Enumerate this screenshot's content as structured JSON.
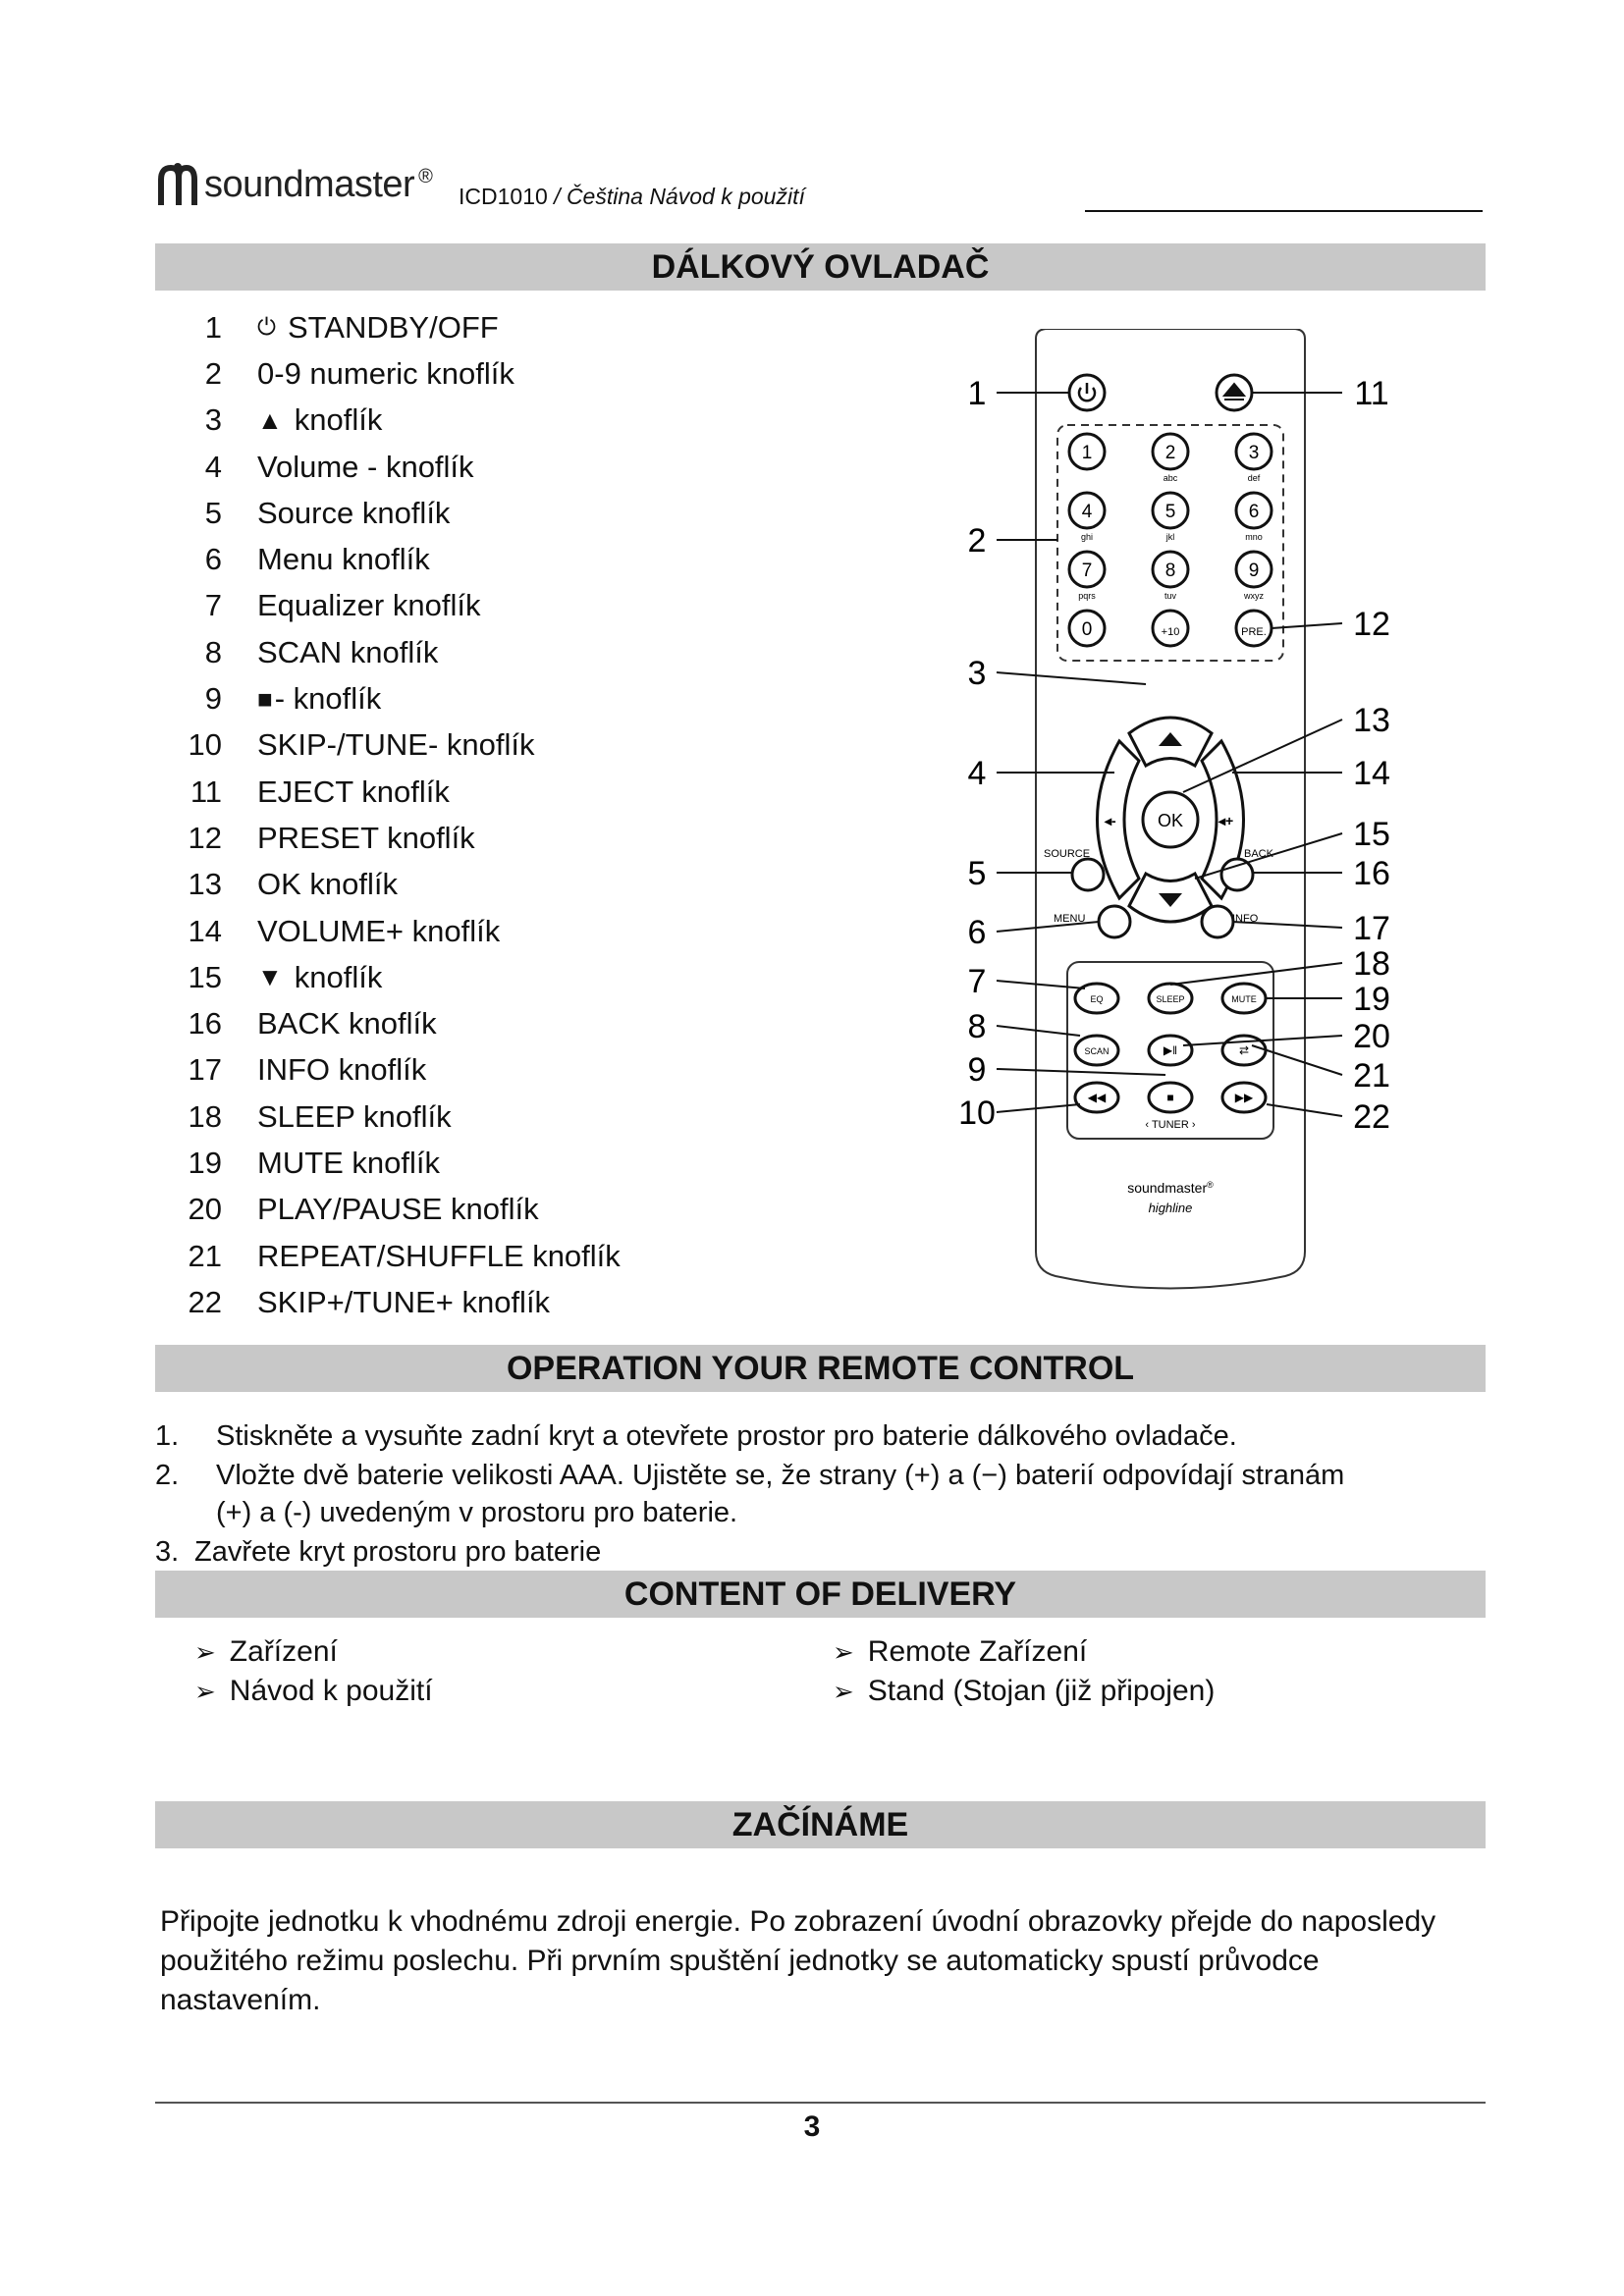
{
  "header": {
    "brand": "soundmaster",
    "brand_reg": "®",
    "model": "ICD1010",
    "doc_title": " / Čeština Návod k použití"
  },
  "sections": {
    "remote": "DÁLKOVÝ OVLADAČ",
    "operation": "OPERATION YOUR REMOTE CONTROL",
    "delivery": "CONTENT OF DELIVERY",
    "start": "ZAČÍNÁME"
  },
  "remote_keys": [
    {
      "n": "1",
      "label": "STANDBY/OFF",
      "icon": "power-icon"
    },
    {
      "n": "2",
      "label": "0-9 numeric knoflík"
    },
    {
      "n": "3",
      "label": "knoflík",
      "icon": "eject-triangle-icon"
    },
    {
      "n": "4",
      "label": "Volume - knoflík"
    },
    {
      "n": "5",
      "label": "Source knoflík"
    },
    {
      "n": "6",
      "label": "Menu knoflík"
    },
    {
      "n": "7",
      "label": "Equalizer knoflík"
    },
    {
      "n": "8",
      "label": "SCAN knoflík"
    },
    {
      "n": "9",
      "label": "- knoflík",
      "icon": "stop-square-icon"
    },
    {
      "n": "10",
      "label": "SKIP-/TUNE- knoflík"
    },
    {
      "n": "11",
      "label": "EJECT knoflík"
    },
    {
      "n": "12",
      "label": "PRESET knoflík"
    },
    {
      "n": "13",
      "label": "OK knoflík"
    },
    {
      "n": "14",
      "label": "VOLUME+ knoflík"
    },
    {
      "n": "15",
      "label": "knoflík",
      "icon": "down-triangle-icon"
    },
    {
      "n": "16",
      "label": "BACK knoflík"
    },
    {
      "n": "17",
      "label": "INFO knoflík"
    },
    {
      "n": "18",
      "label": "SLEEP knoflík"
    },
    {
      "n": "19",
      "label": "MUTE knoflík"
    },
    {
      "n": "20",
      "label": "PLAY/PAUSE knoflík"
    },
    {
      "n": "21",
      "label": "REPEAT/SHUFFLE knoflík"
    },
    {
      "n": "22",
      "label": "SKIP+/TUNE+ knoflík"
    }
  ],
  "remote_image": {
    "callouts_left": [
      "1",
      "2",
      "3",
      "4",
      "5",
      "6",
      "7",
      "8",
      "9",
      "10"
    ],
    "callouts_right": [
      "11",
      "12",
      "13",
      "14",
      "15",
      "16",
      "17",
      "18",
      "19",
      "20",
      "21",
      "22"
    ],
    "digits": [
      "1",
      "2",
      "3",
      "4",
      "5",
      "6",
      "7",
      "8",
      "9",
      "0",
      "+10",
      "PRE."
    ],
    "digit_sublabels": [
      "",
      "abc",
      "def",
      "ghi",
      "jkl",
      "mno",
      "pqrs",
      "tuv",
      "wxyz"
    ],
    "labels": {
      "ok": "OK",
      "source": "SOURCE",
      "back": "BACK",
      "menu": "MENU",
      "info": "INFO",
      "tuner": "TUNER",
      "eq": "EQ",
      "sleep": "SLEEP",
      "mute": "MUTE",
      "scan": "SCAN"
    },
    "brand": "soundmaster",
    "brand_reg": "®",
    "sub_brand": "highline"
  },
  "operation_steps": [
    {
      "num": "1.",
      "text": "Stiskněte a vysuňte zadní kryt a otevřete prostor pro baterie dálkového ovladače."
    },
    {
      "num": "2.",
      "text": "Vložte dvě baterie velikosti AAA. Ujistěte se, že strany (+) a (−) baterií odpovídají stranám",
      "cont": "(+) a (-) uvedeným v prostoru pro baterie."
    },
    {
      "num": "3.",
      "text": "Zavřete kryt prostoru pro baterie"
    }
  ],
  "delivery": {
    "left": [
      "Zařízení",
      "Návod k použití"
    ],
    "right": [
      "Remote Zařízení",
      "Stand (Stojan (již připojen)"
    ]
  },
  "start_paragraph": "Připojte jednotku k vhodnému zdroji energie. Po zobrazení úvodní obrazovky přejde do naposledy použitého režimu poslechu. Při prvním spuštění jednotky se automaticky spustí průvodce nastavením.",
  "page_number": "3"
}
